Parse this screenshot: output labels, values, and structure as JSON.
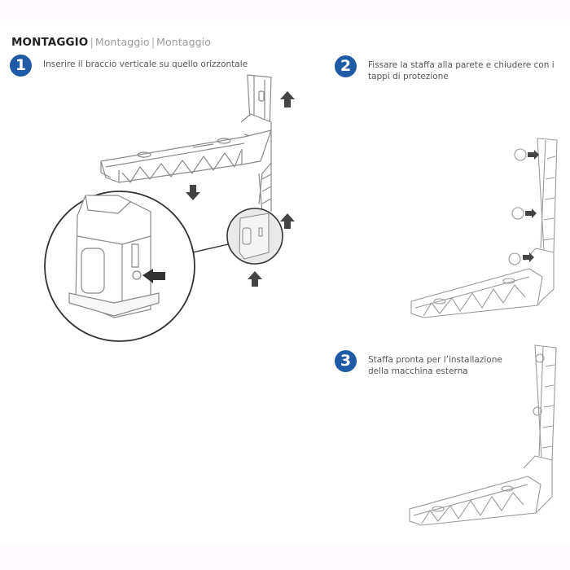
{
  "header": {
    "title": "MONTAGGIO",
    "subtitle_1": "Montaggio",
    "subtitle_2": "Montaggio",
    "separator": "|"
  },
  "steps": [
    {
      "number": "1",
      "text": "Inserire il braccio verticale su quello orizzontale"
    },
    {
      "number": "2",
      "text": "Fissare la staffa alla parete e chiudere con i tappi di protezione"
    },
    {
      "number": "3",
      "text": "Staffa pronta per l’installazione della macchina esterna"
    }
  ],
  "colors": {
    "badge": "#1f5aa6",
    "band": "#fdf9fd",
    "line": "#8a8a8a",
    "arrow": "#444444"
  },
  "icons": {
    "arrow_up": "arrow-up-icon",
    "arrow_down": "arrow-down-icon",
    "arrow_left": "arrow-left-icon",
    "cap": "protective-cap-icon"
  }
}
